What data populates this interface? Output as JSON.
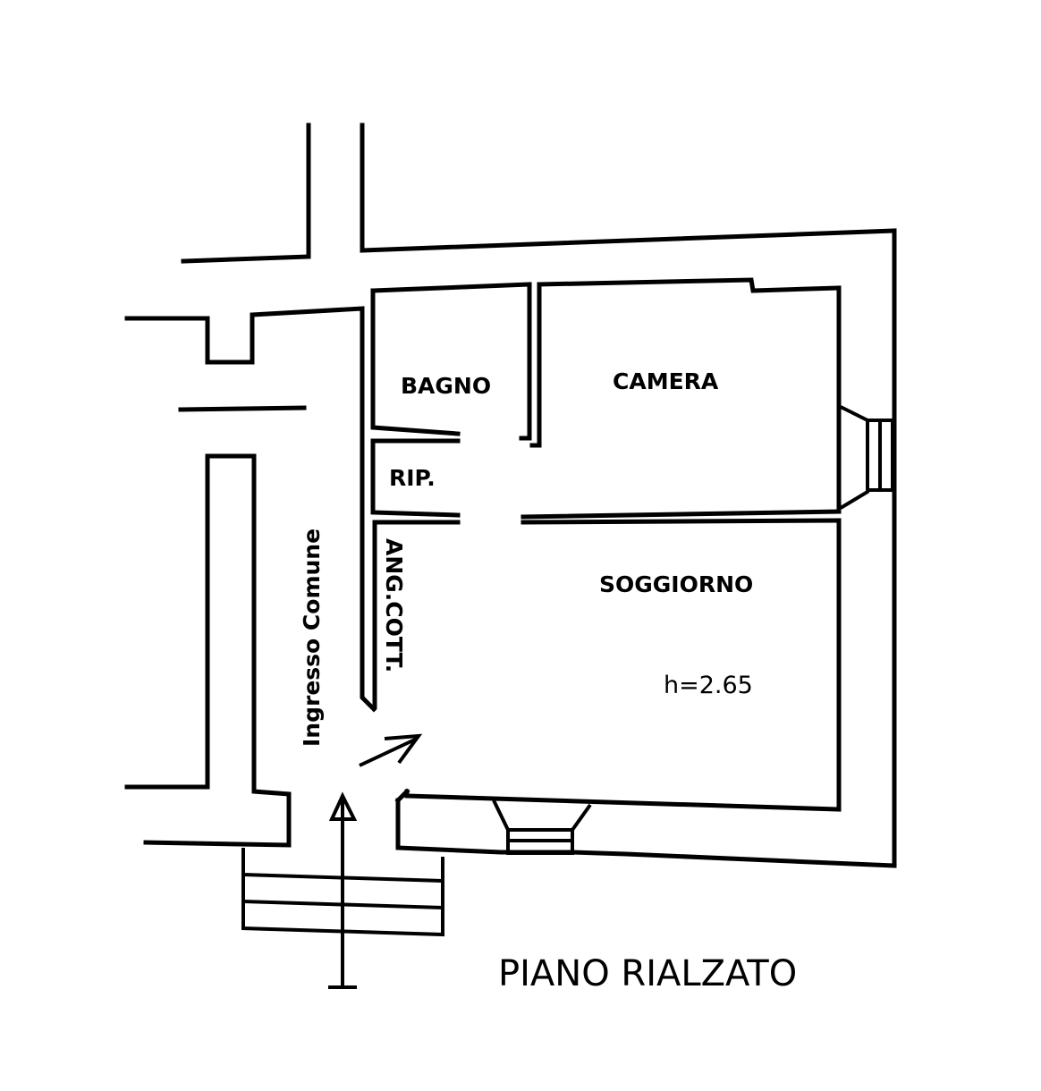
{
  "rooms": {
    "bagno": "BAGNO",
    "camera": "CAMERA",
    "ripostiglio": "RIP.",
    "angolo_cottura": "ANG.COTT.",
    "soggiorno": "SOGGIORNO"
  },
  "entrance": "Ingresso Comune",
  "ceiling_height": "h=2.65",
  "floor_title": "PIANO RIALZATO",
  "colors": {
    "ink": "#000000",
    "paper": "#ffffff"
  }
}
